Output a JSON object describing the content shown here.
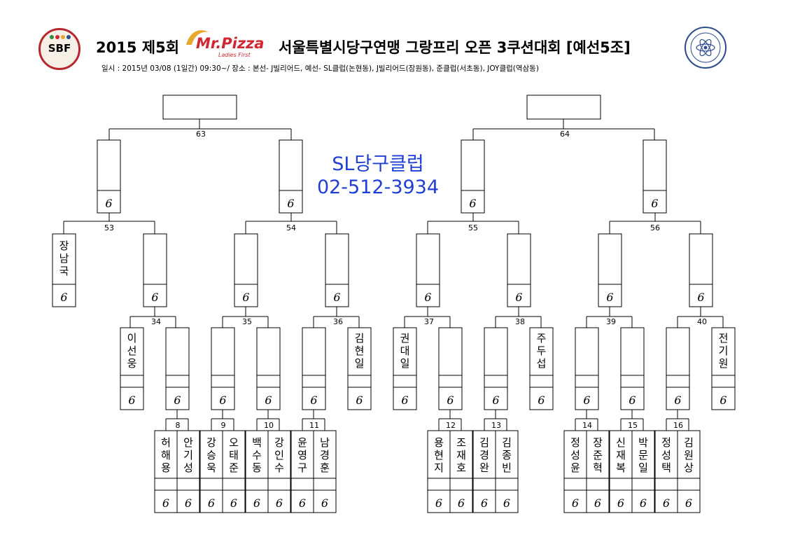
{
  "header": {
    "logo_left": {
      "text": "SBF",
      "icon": "sbf-federation-logo"
    },
    "logo_right": {
      "icon": "seoul-billiards-association-seal"
    },
    "title_left": "2015 제5회",
    "brand": {
      "name": "Mr.Pizza",
      "tagline": "Ladies First",
      "color": "#d22630"
    },
    "title_right": "서울특별시당구연맹 그랑프리 오픈 3쿠션대회 [예선5조]",
    "subtitle": "일시 : 2015년 03/08 (1일간) 09:30~/ 장소 : 본선- J빌리어드, 예선- SL클럽(논현동), J빌리어드(잠원동), 준클럽(서초동), JOY클럽(역삼동)"
  },
  "club": {
    "name": "SL당구클럽",
    "phone": "02-512-3934",
    "color": "#1f3fd8"
  },
  "bracket": {
    "target_score": "6",
    "final_slots": [
      {
        "id": "final-left"
      },
      {
        "id": "final-right"
      }
    ],
    "match_numbers": {
      "r4": [
        "63",
        "64"
      ],
      "r3": [
        "53",
        "54",
        "55",
        "56"
      ],
      "r2": [
        "34",
        "35",
        "36",
        "37",
        "38",
        "39",
        "40"
      ],
      "r1": [
        "8",
        "9",
        "10",
        "11",
        "12",
        "13",
        "14",
        "15",
        "16"
      ]
    },
    "byes": [
      "장남국",
      "이선웅",
      "김현일",
      "권대일",
      "주두섭",
      "전기원"
    ],
    "first_round_players": [
      "허해용",
      "안기성",
      "강승욱",
      "오태준",
      "백수동",
      "강인수",
      "윤영구",
      "남경훈",
      "용현지",
      "조재호",
      "김경완",
      "김종빈",
      "정성윤",
      "장준혁",
      "신재복",
      "박문일",
      "정성택",
      "김원상"
    ]
  }
}
